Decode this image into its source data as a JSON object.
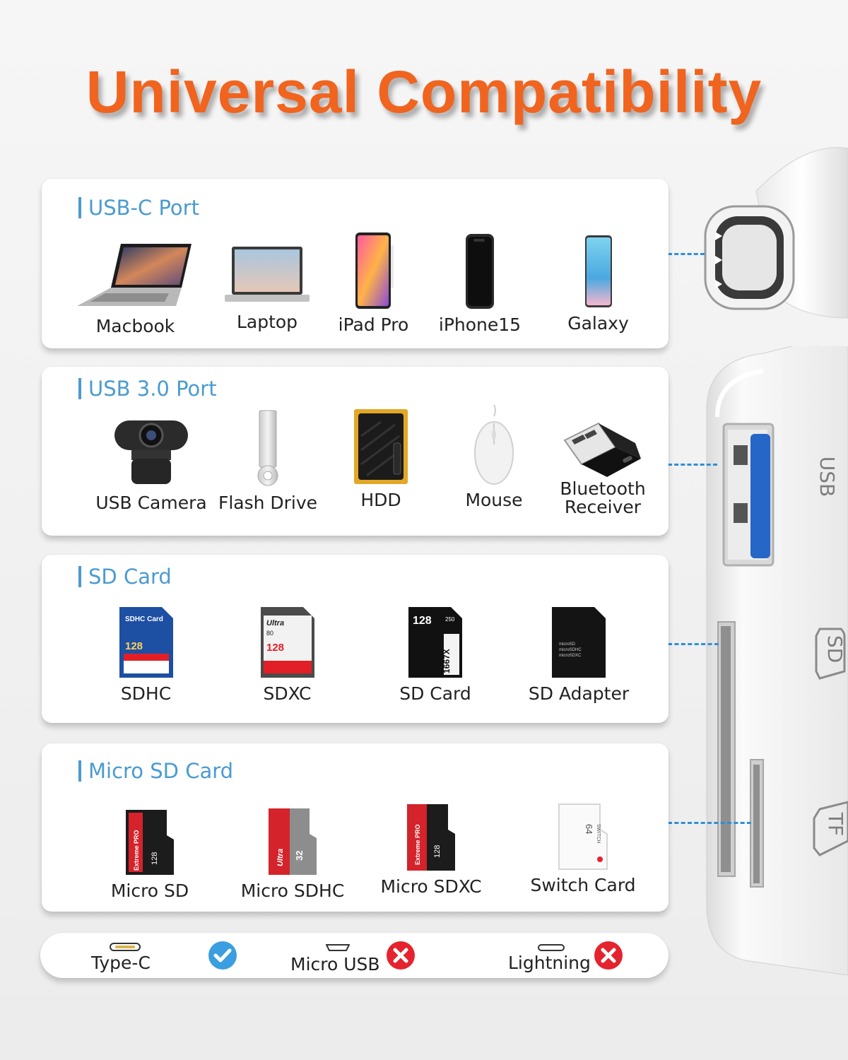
{
  "headline": "Universal Compatibility",
  "sections": {
    "usbc": {
      "title": "USB-C Port",
      "items": [
        "Macbook",
        "Laptop",
        "iPad Pro",
        "iPhone15",
        "Galaxy"
      ]
    },
    "usb3": {
      "title": "USB 3.0 Port",
      "items": [
        "USB Camera",
        "Flash Drive",
        "HDD",
        "Mouse",
        "Bluetooth\nReceiver"
      ]
    },
    "sd": {
      "title": "SD Card",
      "items": [
        "SDHC",
        "SDXC",
        "SD Card",
        "SD Adapter"
      ]
    },
    "micro": {
      "title": "Micro SD Card",
      "items": [
        "Micro SD",
        "Micro SDHC",
        "Micro SDXC",
        "Switch Card"
      ]
    }
  },
  "cards": {
    "sdhc_brand": "SDHC Card",
    "sdhc_size": "128",
    "sdxc_brand": "Ultra",
    "sdxc_speed": "80",
    "sdxc_size": "128",
    "sd_size": "128",
    "sd_speed": "250",
    "sd_rate": "1667X",
    "adapter_text": "microSD\nmicroSDHC\nmicroSDXC",
    "micro_brand": "Extreme PRO",
    "micro_size": "128",
    "microhc_brand": "Ultra",
    "microhc_size": "32",
    "microxc_brand": "Extreme PRO",
    "microxc_size": "128",
    "switch_size": "64",
    "switch_text": "SWITCH"
  },
  "ports": {
    "typec": {
      "label": "Type-C",
      "status": "supported"
    },
    "micro": {
      "label": "Micro USB",
      "status": "unsupported"
    },
    "lightning": {
      "label": "Lightning",
      "status": "unsupported"
    }
  },
  "adapter_labels": {
    "usb": "USB",
    "sd": "SD",
    "tf": "TF"
  },
  "colors": {
    "headline": "#f0641f",
    "accent": "#4a9bd0",
    "check": "#3b9ee0",
    "cross": "#e5232e"
  }
}
